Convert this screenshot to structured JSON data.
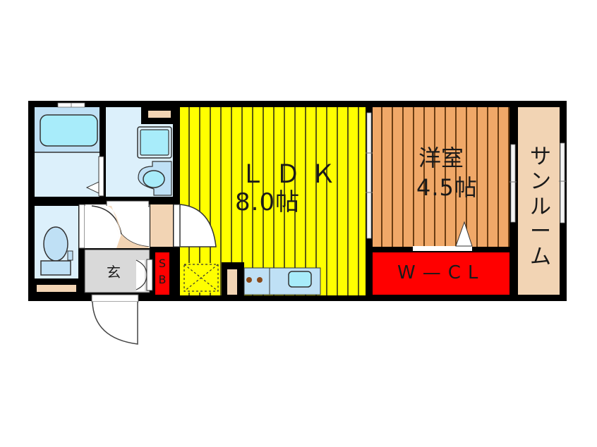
{
  "floor_plan": {
    "rooms": {
      "ldk": {
        "name": "ＬＤＫ",
        "size": "8.0帖",
        "color": "#ffff00"
      },
      "western_room": {
        "name": "洋室",
        "size": "4.5帖",
        "color": "#f0a868"
      },
      "walk_in_closet": {
        "name": "W—CL",
        "color": "#ff0000"
      },
      "sunroom": {
        "name": "サンルーム",
        "color": "#f2d4b4"
      },
      "entrance": {
        "name": "玄",
        "color": "#d9d9d9"
      },
      "shoe_box": {
        "name": "SB",
        "color": "#ff0000"
      },
      "bathroom": {
        "color": "#bfe0f5"
      },
      "washroom": {
        "color": "#dcf0fb"
      },
      "toilet": {
        "color": "#dcf0fb"
      }
    },
    "colors": {
      "wall": "#000000",
      "fixture": "#a8ecfa",
      "kitchen_counter": "#bfe0f5",
      "storage_beige": "#f2d4b4"
    }
  }
}
